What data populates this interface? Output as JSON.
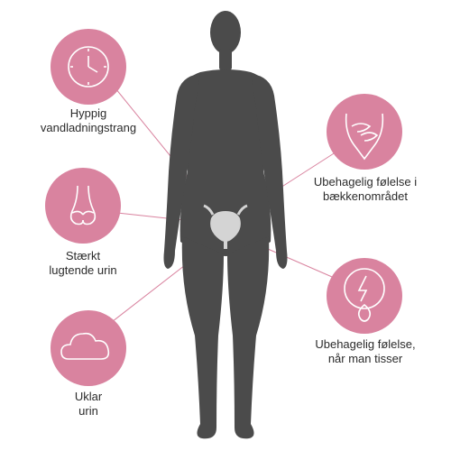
{
  "colors": {
    "circle": "#d9839f",
    "icon_stroke": "#ffffff",
    "silhouette": "#4b4b4b",
    "bladder": "#d4d4d4",
    "connector": "#d9839f",
    "text": "#2b2b2b"
  },
  "symptoms": [
    {
      "id": "frequency",
      "icon": "clock-icon",
      "lines": [
        "Hyppig",
        "vandladningstrang"
      ]
    },
    {
      "id": "odor",
      "icon": "nose-icon",
      "lines": [
        "Stærkt",
        "lugtende urin"
      ]
    },
    {
      "id": "cloudy",
      "icon": "cloud-icon",
      "lines": [
        "Uklar",
        "urin"
      ]
    },
    {
      "id": "pelvic",
      "icon": "pelvis-hands-icon",
      "lines": [
        "Ubehagelig følelse i",
        "bækkenområdet"
      ]
    },
    {
      "id": "urination",
      "icon": "drop-lightning-icon",
      "lines": [
        "Ubehagelig følelse,",
        "når man tisser"
      ]
    }
  ]
}
